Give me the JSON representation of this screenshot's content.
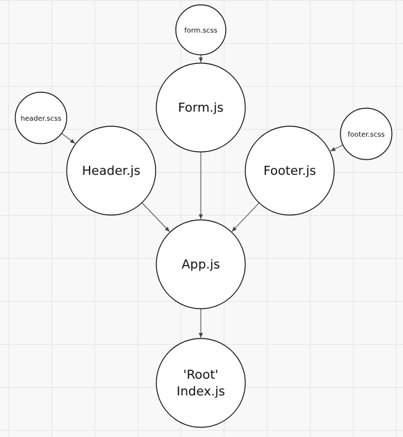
{
  "diagram": {
    "nodes": [
      {
        "id": "form-scss",
        "lines": [
          "form.scss"
        ]
      },
      {
        "id": "form-js",
        "lines": [
          "Form.js"
        ]
      },
      {
        "id": "header-scss",
        "lines": [
          "header.scss"
        ]
      },
      {
        "id": "header-js",
        "lines": [
          "Header.js"
        ]
      },
      {
        "id": "footer-scss",
        "lines": [
          "footer.scss"
        ]
      },
      {
        "id": "footer-js",
        "lines": [
          "Footer.js"
        ]
      },
      {
        "id": "app-js",
        "lines": [
          "App.js"
        ]
      },
      {
        "id": "index-js",
        "lines": [
          "'Root'",
          "Index.js"
        ]
      }
    ],
    "edges": [
      {
        "from": "form-scss",
        "to": "form-js"
      },
      {
        "from": "header-scss",
        "to": "header-js"
      },
      {
        "from": "footer-scss",
        "to": "footer-js"
      },
      {
        "from": "form-js",
        "to": "app-js"
      },
      {
        "from": "header-js",
        "to": "app-js"
      },
      {
        "from": "footer-js",
        "to": "app-js"
      },
      {
        "from": "app-js",
        "to": "index-js"
      }
    ]
  },
  "colors": {
    "background": "#f8f8f8",
    "grid": "#e6e6e6",
    "node_fill": "#ffffff",
    "node_stroke": "#000000",
    "edge": "#444444"
  }
}
